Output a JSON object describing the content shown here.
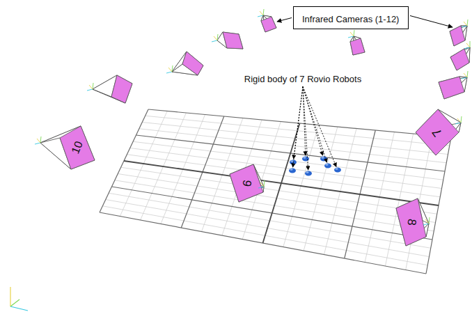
{
  "diagram": {
    "nodes": [
      {
        "text": [
          "Infrared Cameras (1-12)"
        ]
      }
    ],
    "labels": [
      "Rigid body of 7 Rovio Robots",
      "10",
      "9",
      "8",
      "7"
    ]
  }
}
